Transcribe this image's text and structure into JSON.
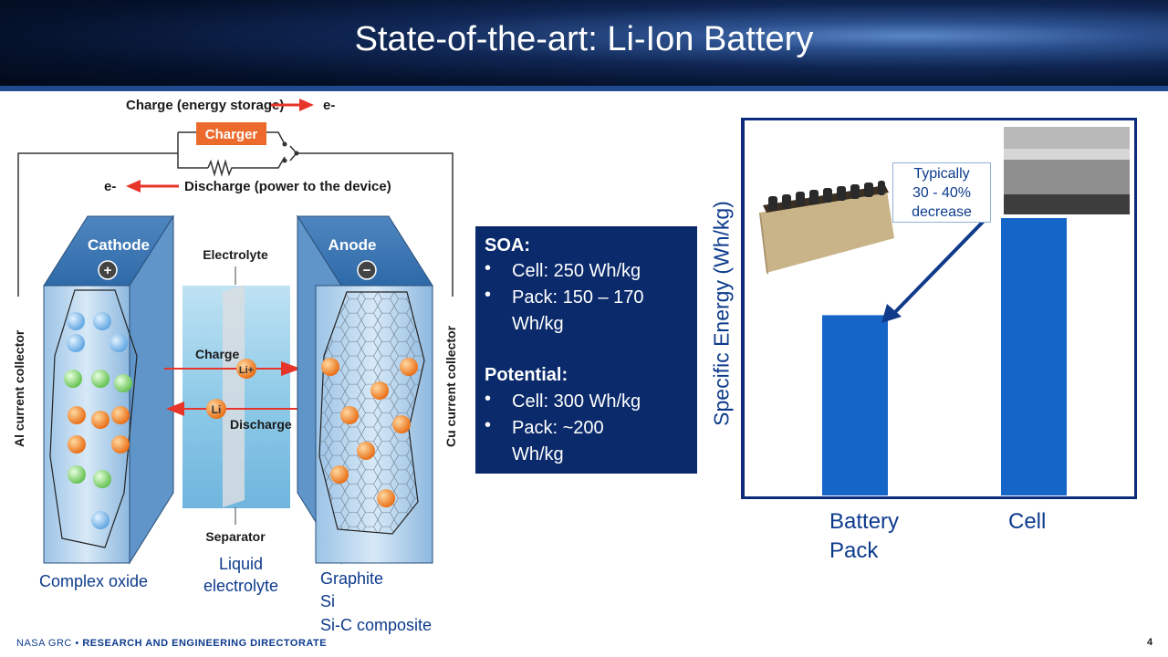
{
  "slide": {
    "title": "State-of-the-art:  Li-Ion Battery",
    "page_number": "4",
    "footer_org": "NASA GRC",
    "footer_bullet": "•",
    "footer_directorate": "RESEARCH AND ENGINEERING DIRECTORATE"
  },
  "diagram": {
    "charge_label": "Charge (energy storage)",
    "charge_arrow_text": "e-",
    "charger_label": "Charger",
    "discharge_label": "Discharge (power to the device)",
    "discharge_arrow_text": "e-",
    "cathode_label": "Cathode",
    "cathode_sign": "+",
    "anode_label": "Anode",
    "anode_sign": "−",
    "electrolyte_label": "Electrolyte",
    "separator_label": "Separator",
    "ion_charge_label": "Charge",
    "ion_discharge_label": "Discharge",
    "ion_label": "Li",
    "ion_label_charge": "Li+",
    "left_collector": "Al current collector",
    "right_collector": "Cu current collector",
    "captions": {
      "cathode": "Complex  oxide",
      "electrolyte_1": "Liquid",
      "electrolyte_2": "electrolyte",
      "anode_1": "Graphite",
      "anode_2": "Si",
      "anode_3": "Si-C composite"
    },
    "colors": {
      "cathode_blue": "#7fb0e0",
      "anode_orange": "#f07a1a",
      "arrow_red": "#e8352a",
      "charger": "#ec6b2c"
    }
  },
  "soa_box": {
    "heading1": "SOA:",
    "items1": [
      "Cell: 250 Wh/kg",
      "Pack: 150 – 170",
      "Wh/kg"
    ],
    "heading2": "Potential:",
    "items2": [
      "Cell: 300 Wh/kg",
      "Pack: ~200",
      "Wh/kg"
    ],
    "bullet": "•",
    "bg_color": "#0a2a6b"
  },
  "callout": {
    "line1": "Typically",
    "line2": "30 - 40%",
    "line3": "decrease"
  },
  "chart_data": {
    "type": "bar",
    "categories": [
      "Battery Pack",
      "Cell"
    ],
    "category_lines": [
      [
        "Battery",
        "Pack"
      ],
      [
        "Cell"
      ]
    ],
    "values": [
      0.65,
      1.0
    ],
    "value_note": "relative heights",
    "xlabel": "",
    "ylabel": "Specific Energy (Wh/kg)",
    "grid": false,
    "bar_color": "#1565c9"
  }
}
